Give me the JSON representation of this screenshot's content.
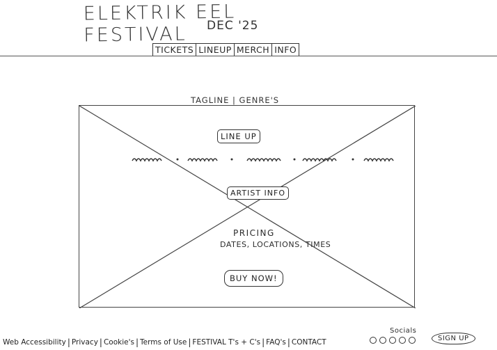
{
  "header": {
    "title": "ELEKTRIK EEL FESTIVAL",
    "date": "DEC '25"
  },
  "nav": {
    "tabs": [
      {
        "label": "TICKETS"
      },
      {
        "label": "LINEUP"
      },
      {
        "label": "MERCH"
      },
      {
        "label": "INFO"
      }
    ]
  },
  "hero": {
    "tagline": "TAGLINE | GENRE'S",
    "lineup_label": "LINE UP",
    "artist_info_label": "ARTIST INFO",
    "pricing": "PRICING",
    "dates_locations": "DATES, LOCATIONS, TIMES",
    "buy_label": "BUY NOW!"
  },
  "footer": {
    "links": [
      {
        "label": "Web Accessibility"
      },
      {
        "label": "Privacy"
      },
      {
        "label": "Cookie's"
      },
      {
        "label": "Terms of Use"
      },
      {
        "label": "FESTIVAL T's + C's"
      },
      {
        "label": "FAQ's"
      },
      {
        "label": "CONTACT"
      }
    ],
    "socials_label": "Socials",
    "social_icon_count": 5,
    "signup_label": "SIGN UP"
  },
  "colors": {
    "ink": "#2b2b2b",
    "paper": "#ffffff"
  }
}
